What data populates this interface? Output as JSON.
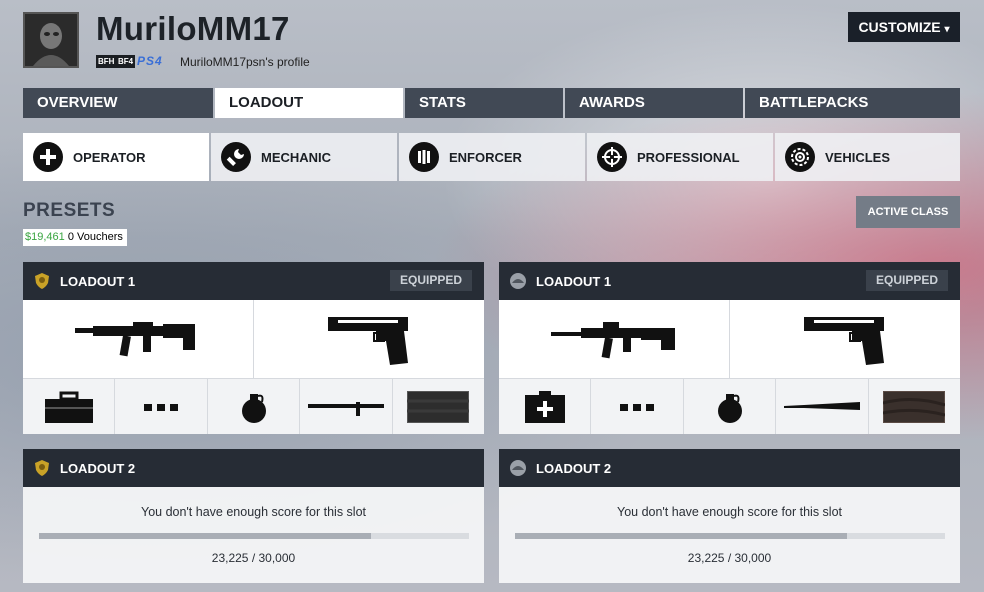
{
  "profile": {
    "username": "MuriloMM17",
    "badges": [
      "BFH",
      "BF4"
    ],
    "platform": "PS4",
    "profile_text": "MuriloMM17psn's profile"
  },
  "customize": {
    "label": "CUSTOMIZE",
    "caret": "▾"
  },
  "nav": {
    "tabs": [
      {
        "label": "OVERVIEW",
        "active": false
      },
      {
        "label": "LOADOUT",
        "active": true
      },
      {
        "label": "STATS",
        "active": false
      },
      {
        "label": "AWARDS",
        "active": false
      },
      {
        "label": "BATTLEPACKS",
        "active": false
      }
    ]
  },
  "classes": [
    {
      "label": "OPERATOR",
      "icon": "plus-icon",
      "active": true
    },
    {
      "label": "MECHANIC",
      "icon": "wrench-icon",
      "active": false
    },
    {
      "label": "ENFORCER",
      "icon": "shield-bars-icon",
      "active": false
    },
    {
      "label": "PROFESSIONAL",
      "icon": "crosshair-icon",
      "active": false
    },
    {
      "label": "VEHICLES",
      "icon": "gear-wheel-icon",
      "active": false
    }
  ],
  "presets": {
    "title": "PRESETS",
    "money": "$19,461",
    "vouchers": "0 Vouchers",
    "active_class_label": "ACTIVE CLASS"
  },
  "loadouts": [
    {
      "side": "cop",
      "title": "LOADOUT 1",
      "status": "EQUIPPED",
      "primary": "smg-icon",
      "secondary": "pistol-icon",
      "gadgets": [
        "toolbox-icon",
        "ellipsis-icon",
        "grenade-icon",
        "baton-icon",
        "camo-patch-icon"
      ]
    },
    {
      "side": "criminal",
      "title": "LOADOUT 1",
      "status": "EQUIPPED",
      "primary": "assault-rifle-icon",
      "secondary": "pistol-icon",
      "gadgets": [
        "medkit-icon",
        "ellipsis-icon",
        "grenade-icon",
        "bat-icon",
        "camo-patch-icon"
      ]
    }
  ],
  "locked_slots": [
    {
      "side": "cop",
      "title": "LOADOUT 2",
      "message": "You don't have enough score for this slot",
      "score": "23,225 / 30,000",
      "progress": 0.774
    },
    {
      "side": "criminal",
      "title": "LOADOUT 2",
      "message": "You don't have enough score for this slot",
      "score": "23,225 / 30,000",
      "progress": 0.774
    }
  ],
  "colors": {
    "dark_header": "#262c35",
    "nav_tab": "#414955",
    "money_green": "#3aa541",
    "psn_blue": "#3a6fd6"
  }
}
